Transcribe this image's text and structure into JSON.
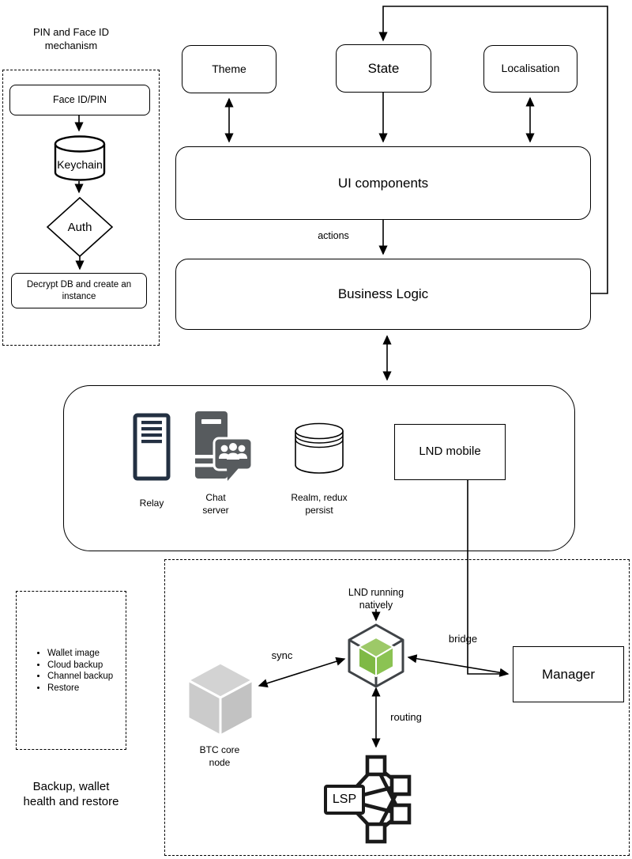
{
  "diagram": {
    "pin_mechanism": {
      "title": "PIN and Face ID mechanism",
      "face_id_box": "Face ID/PIN",
      "keychain": "Keychain",
      "auth": "Auth",
      "decrypt_box": "Decrypt DB and create an instance"
    },
    "top_row": {
      "theme": "Theme",
      "state": "State",
      "localisation": "Localisation"
    },
    "layers": {
      "ui_components": "UI components",
      "business_logic": "Business Logic",
      "actions_label": "actions"
    },
    "services": {
      "relay_label": "Relay",
      "chat_server_label": "Chat server",
      "realm_label": "Realm, redux persist",
      "lnd_mobile": "LND mobile"
    },
    "native_section": {
      "lnd_native_label": "LND running natively",
      "sync_label": "sync",
      "bridge_label": "bridge",
      "routing_label": "routing",
      "btc_node_label": "BTC core node",
      "manager": "Manager",
      "lsp": "LSP"
    },
    "backup": {
      "items": [
        "Wallet image",
        "Cloud backup",
        "Channel backup",
        "Restore"
      ],
      "caption": "Backup, wallet health and restore"
    },
    "colors": {
      "relay_icon": "#233042",
      "chat_icon": "#575b5e",
      "cube_frame": "#3f4347",
      "cube_green": "#8bc353",
      "cube_gray": "#cacaca",
      "lsp_icon": "#1a1a1a"
    }
  }
}
